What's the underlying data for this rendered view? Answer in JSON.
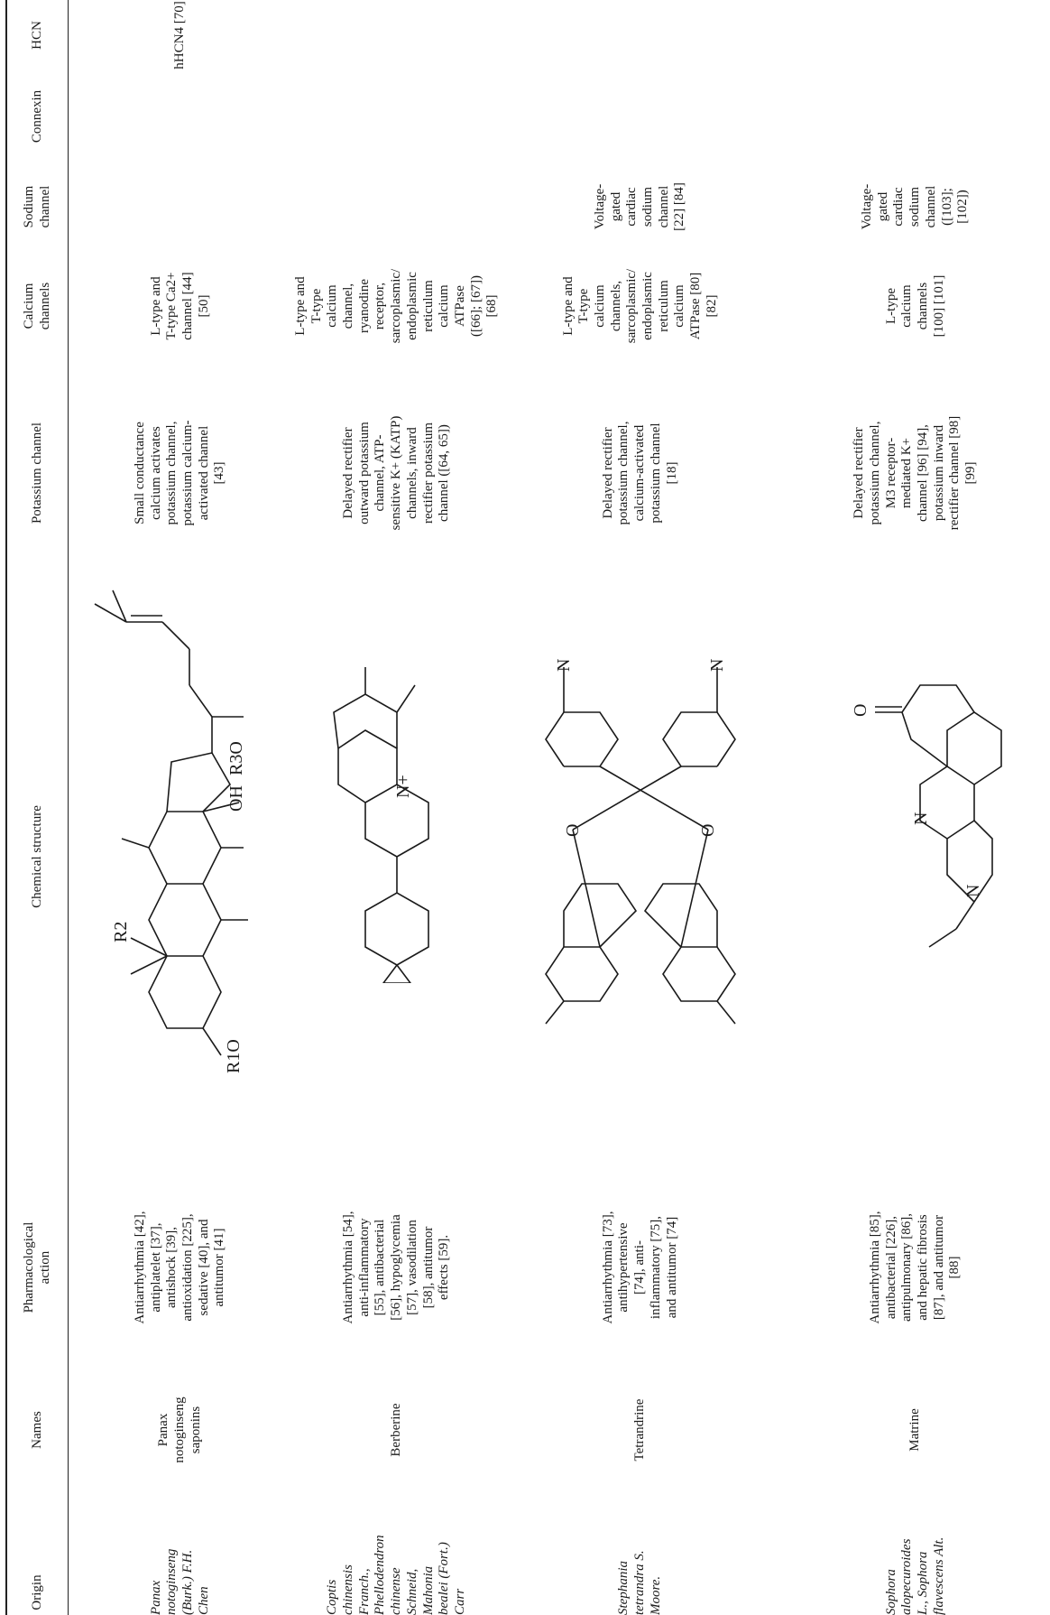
{
  "headers": {
    "origin": "Origin",
    "names": "Names",
    "pharmacological_action": "Pharmacological\naction",
    "chemical_structure": "Chemical structure",
    "potassium_channel": "Potassium channel",
    "calcium_channels": "Calcium\nchannels",
    "sodium_channel": "Sodium\nchannel",
    "connexin": "Connexin",
    "hcn": "HCN"
  },
  "rows": [
    {
      "origin": "Panax\nnotoginseng\n(Burk.) F.H.\nChen",
      "name": "Panax\nnotoginseng\nsaponins",
      "action": "Antiarrhythmia [42],\nantiplatelet [37],\nantishock [39],\nantioxidation [225],\nsedative [40], and\nantitumor [41]",
      "structure_labels": [
        "OH",
        "R3O",
        "R1O",
        "R2"
      ],
      "potassium": "Small conductance\ncalcium activates\npotassium channel,\npotassium calcium-\nactivated channel\n[43]",
      "calcium": "L-type and\nT-type Ca2+\nchannel [44]\n[50]",
      "sodium": "",
      "connexin": "",
      "hcn": "hHCN4 [70]"
    },
    {
      "origin": "Coptis\nchinensis\nFranch.,\nPhellodendron\nchinense\nSchneid,\nMahonia\nbealei (Fort.)\nCarr",
      "name": "Berberine",
      "action": "Antiarrhythmia [54],\nanti-inflammatory\n[55], antibacterial\n[56], hypoglycemia\n[57], vasodilation\n[58], antitumor\neffects [59].",
      "structure_labels": [
        "N+"
      ],
      "potassium": "Delayed rectifier\noutward potassium\nchannel, ATP-\nsensitive K+ (KATP)\nchannels, inward\nrectifier potassium\nchannel ([64, 65])",
      "calcium": "L-type and\nT-type\ncalcium\nchannel,\nryanodine\nreceptor,\nsarcoplasmic/\nendoplasmic\nreticulum\ncalcium\nATPase\n([66]; [67])\n[68]",
      "sodium": "",
      "connexin": "",
      "hcn": ""
    },
    {
      "origin": "Stephania\ntetrandra S.\nMoore.",
      "name": "Tetrandrine",
      "action": "Antiarrhythmia [73],\nantihypertensive\n[74], anti-\ninflammatory [75],\nand antitumor [74]",
      "structure_labels": [
        "N",
        "N",
        "O",
        "O"
      ],
      "potassium": "Delayed rectifier\npotassium channel,\ncalcium-activated\npotassium channel\n[18]",
      "calcium": "L-type and\nT-type\ncalcium\nchannels,\nsarcoplasmic/\nendoplasmic\nreticulum\ncalcium\nATPase [80]\n[82]",
      "sodium": "Voltage-\ngated\ncardiac\nsodium\nchannel\n[22] [84]",
      "connexin": "",
      "hcn": ""
    },
    {
      "origin": "Sophora\nalopecuroides\nL., Sophora\nflavescens Alt.",
      "name": "Matrine",
      "action": "Antiarrhythmia [85],\nantibacterial [226],\nantipulmonary [86],\nand hepatic fibrosis\n[87], and antitumor\n[88]",
      "structure_labels": [
        "O",
        "N",
        "N"
      ],
      "potassium": "Delayed rectifier\npotassium channel,\nM3 receptor-\nmediated K+\nchannel [96] [94],\npotassium inward\nrectifier channel [98]\n[99]",
      "calcium": "L-type\ncalcium\nchannels\n[100] [101]",
      "sodium": "Voltage-\ngated\ncardiac\nsodium\nchannel\n([103];\n[102])",
      "connexin": "",
      "hcn": ""
    }
  ]
}
